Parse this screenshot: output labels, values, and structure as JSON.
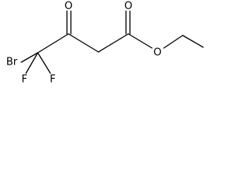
{
  "molecule": {
    "atoms": {
      "br": "Br",
      "f1": "F",
      "f2": "F",
      "o_ketone": "O",
      "o_ester_carbonyl": "O",
      "o_ester_ether": "O"
    }
  }
}
